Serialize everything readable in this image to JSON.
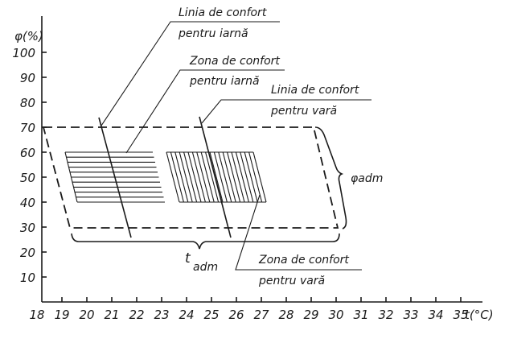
{
  "y_axis": {
    "label": "φ(%)",
    "ticks": [
      "10",
      "20",
      "30",
      "40",
      "50",
      "60",
      "70",
      "80",
      "90",
      "100"
    ]
  },
  "x_axis": {
    "label": "t(°C)",
    "ticks": [
      "18",
      "19",
      "20",
      "21",
      "22",
      "23",
      "24",
      "25",
      "26",
      "27",
      "28",
      "29",
      "30",
      "31",
      "32",
      "33",
      "34",
      "35"
    ]
  },
  "annotations": {
    "winter_line": [
      "Linia de confort",
      "pentru iarnă"
    ],
    "winter_zone": [
      "Zona de confort",
      "pentru iarnă"
    ],
    "summer_line": [
      "Linia de confort",
      "pentru vară"
    ],
    "summer_zone": [
      "Zona de confort",
      "pentru vară"
    ],
    "phi_adm": "φadm",
    "t_adm_main": "t",
    "t_adm_sub": "adm"
  },
  "regions": {
    "admissible": {
      "t_range": [
        18,
        30
      ],
      "phi_range": [
        30,
        70
      ]
    },
    "winter_zone": {
      "phi_range": [
        40,
        60
      ]
    },
    "summer_zone": {
      "phi_range": [
        40,
        60
      ]
    }
  }
}
